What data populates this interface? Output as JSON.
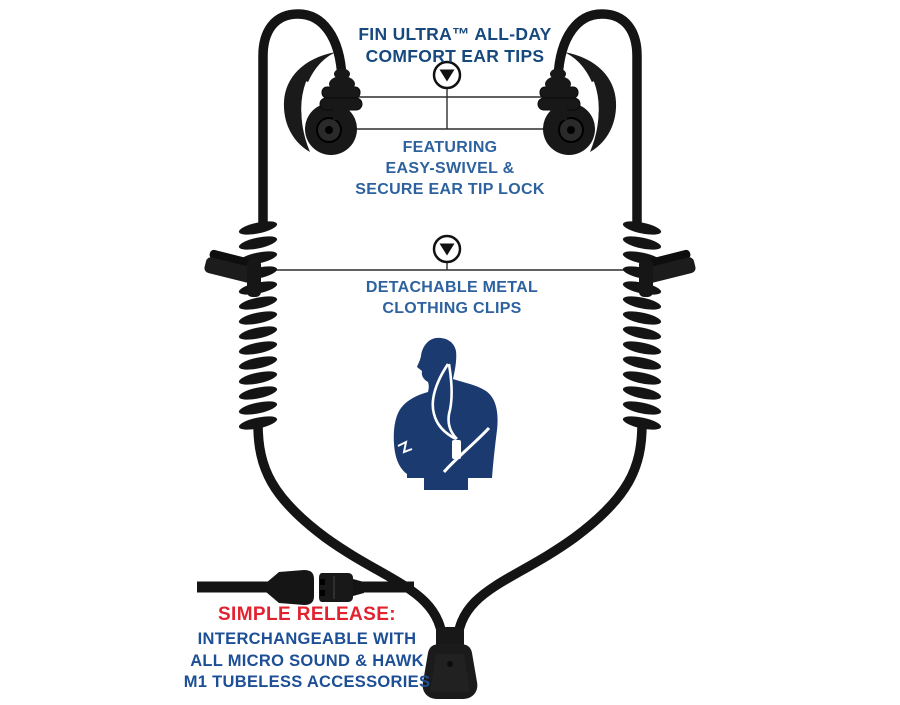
{
  "colors": {
    "heading_blue": "#17497F",
    "label_blue": "#2E629F",
    "bottom_blue": "#1D4F96",
    "accent_red": "#E32230",
    "silhouette_navy": "#1B3A70",
    "cable_black": "#141414",
    "background": "#FFFFFF"
  },
  "labels": {
    "ear_tips": {
      "line1": "FIN ULTRA™ ALL-DAY",
      "line2": "COMFORT EAR TIPS"
    },
    "swivel": {
      "line1": "FEATURING",
      "line2": "EASY-SWIVEL &",
      "line3": "SECURE EAR TIP LOCK"
    },
    "clips": {
      "line1": "DETACHABLE METAL",
      "line2": "CLOTHING CLIPS"
    },
    "release": {
      "heading": "SIMPLE RELEASE:",
      "line1": "INTERCHANGEABLE WITH",
      "line2": "ALL MICRO SOUND & HAWK",
      "line3": "M1 TUBELESS ACCESSORIES"
    }
  },
  "icons": {
    "ear_tips_pointer": "circled-down-triangle",
    "clips_pointer": "circled-down-triangle"
  }
}
